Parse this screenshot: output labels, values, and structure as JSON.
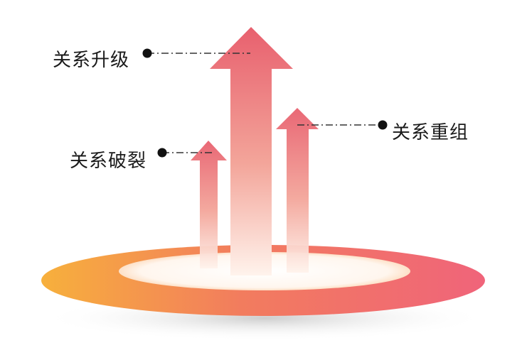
{
  "labels": {
    "upgrade": "关系升级",
    "breakup": "关系破裂",
    "regroup": "关系重组"
  },
  "colors": {
    "arrow_top": "#e8606e",
    "arrow_bottom": "#ffffff",
    "ring_outer": "#f6a13a",
    "ring_inner": "#f06a74",
    "leader_line": "#333333"
  }
}
